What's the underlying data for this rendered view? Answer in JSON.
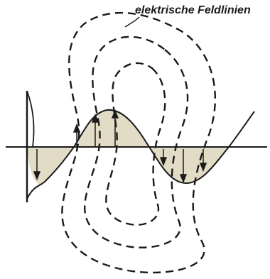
{
  "caption": "elektrische Feldlinien",
  "colors": {
    "ink": "#1a1a1a",
    "wave_fill": "#e2dcc6",
    "background": "#ffffff"
  },
  "elements": {
    "field_lines": "dashed closed loops (3 nested)",
    "wave": "damped sine wave with shaded lobes",
    "antenna": "vertical rod at left",
    "arrows": "field-line direction arrows"
  }
}
